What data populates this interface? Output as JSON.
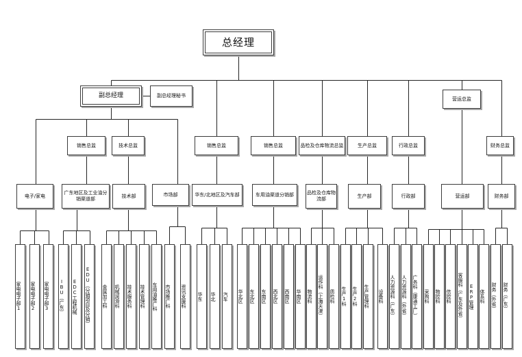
{
  "nodes": {
    "gm": "总经理",
    "dgm": "副总经理",
    "dgm_secretary": "副总经理秘书",
    "sales_director_a": "销售总监",
    "tech_director": "技术总监",
    "sales_director_b": "销售总监",
    "sales_director_c": "销售总监",
    "qc_logistics_director": "品检及仓库物流总监",
    "production_director": "生产总监",
    "admin_director": "行政总监",
    "ops_director": "营运总监",
    "finance_director": "财务总监",
    "dept_electronics": "电子/家电",
    "dept_guangdong_channel": "广东地区及工业油分销渠道部",
    "dept_tech": "技术部",
    "dept_market": "市场部",
    "dept_north_east_auto": "华东/北地区及汽车部",
    "dept_car_oil_channel": "车用油渠道分销部",
    "dept_qc_logistics": "品检及仓库物流部",
    "dept_production": "生产部",
    "dept_admin": "行政部",
    "dept_ops": "营运部",
    "dept_finance": "财务部",
    "leaf_appliance_1": "家电电子部1",
    "leaf_appliance_2": "家电电子部2",
    "leaf_appliance_3": "家电电子部3",
    "leaf_ibu": "IBU（广东）",
    "leaf_edc": "EDC工程机械",
    "leaf_edu": "EDU（分销项目及分销）",
    "leaf_metal": "金属加工科",
    "leaf_machine_lube": "机械润滑科",
    "leaf_tech_service": "技术服务科",
    "leaf_tech_mgmt": "技术管理科",
    "leaf_car_promo": "车用油推广科",
    "leaf_market_promo": "市场推广科",
    "leaf_info_support": "资讯支援科",
    "leaf_east": "华东",
    "leaf_north": "华北",
    "leaf_auto": "汽车",
    "leaf_north_region": "华北区",
    "leaf_northeast_region": "东北区",
    "leaf_east_region": "东南区",
    "leaf_northwest_region": "西北区",
    "leaf_southwest_region": "西南区",
    "leaf_south_region": "华南区",
    "leaf_logistics": "物流科",
    "leaf_warehouse": "运作科（上海天津）",
    "leaf_qc": "质检科",
    "leaf_prod_1": "生产1科",
    "leaf_prod_2": "生产2科",
    "leaf_prod_mgmt": "生产管理科",
    "leaf_equipment": "设备科",
    "leaf_hr_gd": "人力资源科（广东）",
    "leaf_hr_other": "人力资源科（外省）",
    "leaf_gd_affairs": "广务科（康通工厂）",
    "leaf_purchase": "采购科",
    "leaf_supplies": "物控科",
    "leaf_credit": "信控科",
    "leaf_customer": "客服科（广东及外省）",
    "leaf_erp": "ERP管理",
    "leaf_system": "体系科",
    "leaf_finance_other": "财务（外省）",
    "leaf_finance_gd": "财务（广东）"
  }
}
